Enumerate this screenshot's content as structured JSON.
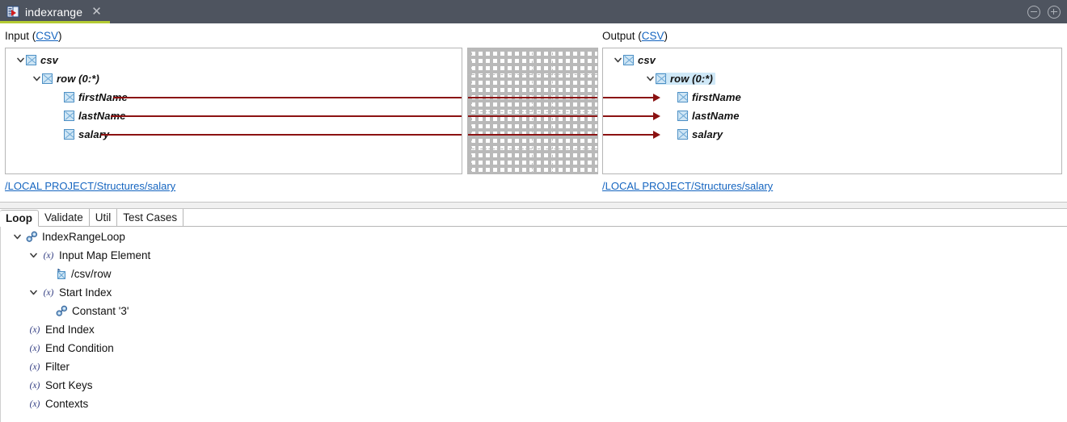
{
  "window": {
    "tab_title": "indexrange",
    "tab_icon": "mapping-file-icon",
    "close_icon": "close-icon",
    "minimize_icon": "minimize-icon",
    "maximize_icon": "maximize-icon",
    "accent_color": "#b4cb33",
    "titlebar_color": "#4e545f"
  },
  "mapping": {
    "input": {
      "label_prefix": "Input (",
      "label_link": "CSV",
      "label_suffix": ")",
      "path": "/LOCAL PROJECT/Structures/salary",
      "nodes": [
        {
          "label": "csv",
          "depth": 0,
          "expandable": true,
          "expanded": true,
          "selected": false
        },
        {
          "label": "row (0:*)",
          "depth": 1,
          "expandable": true,
          "expanded": true,
          "selected": false
        },
        {
          "label": "firstName",
          "depth": 2,
          "expandable": false,
          "expanded": false,
          "selected": false
        },
        {
          "label": "lastName",
          "depth": 2,
          "expandable": false,
          "expanded": false,
          "selected": false
        },
        {
          "label": "salary",
          "depth": 2,
          "expandable": false,
          "expanded": false,
          "selected": false
        }
      ]
    },
    "output": {
      "label_prefix": "Output (",
      "label_link": "CSV",
      "label_suffix": ")",
      "path": "/LOCAL PROJECT/Structures/salary",
      "nodes": [
        {
          "label": "csv",
          "depth": 0,
          "expandable": true,
          "expanded": true,
          "selected": false
        },
        {
          "label": "row (0:*)",
          "depth": 1,
          "expandable": true,
          "expanded": true,
          "selected": true
        },
        {
          "label": "firstName",
          "depth": 2,
          "expandable": false,
          "expanded": false,
          "selected": false
        },
        {
          "label": "lastName",
          "depth": 2,
          "expandable": false,
          "expanded": false,
          "selected": false
        },
        {
          "label": "salary",
          "depth": 2,
          "expandable": false,
          "expanded": false,
          "selected": false
        }
      ]
    },
    "connections": [
      {
        "from": "firstName",
        "to": "firstName"
      },
      {
        "from": "lastName",
        "to": "lastName"
      },
      {
        "from": "salary",
        "to": "salary"
      }
    ],
    "wire_color": "#8b1212"
  },
  "lower": {
    "tabs": [
      {
        "label": "Loop",
        "active": true
      },
      {
        "label": "Validate",
        "active": false
      },
      {
        "label": "Util",
        "active": false
      },
      {
        "label": "Test Cases",
        "active": false
      }
    ],
    "tree": [
      {
        "label": "IndexRangeLoop",
        "depth": 0,
        "icon": "chain-link-icon",
        "expandable": true,
        "expanded": true
      },
      {
        "label": "Input Map Element",
        "depth": 1,
        "icon": "variable-fx-icon",
        "expandable": true,
        "expanded": true
      },
      {
        "label": "/csv/row",
        "depth": 2,
        "icon": "map-element-icon",
        "expandable": false,
        "expanded": false
      },
      {
        "label": "Start Index",
        "depth": 1,
        "icon": "variable-fx-icon",
        "expandable": true,
        "expanded": true
      },
      {
        "label": "Constant '3'",
        "depth": 2,
        "icon": "chain-link-icon",
        "expandable": false,
        "expanded": false
      },
      {
        "label": "End Index",
        "depth": 1,
        "icon": "variable-fx-icon",
        "expandable": false,
        "expanded": false
      },
      {
        "label": "End Condition",
        "depth": 1,
        "icon": "variable-fx-icon",
        "expandable": false,
        "expanded": false
      },
      {
        "label": "Filter",
        "depth": 1,
        "icon": "variable-fx-icon",
        "expandable": false,
        "expanded": false
      },
      {
        "label": "Sort Keys",
        "depth": 1,
        "icon": "variable-fx-icon",
        "expandable": false,
        "expanded": false
      },
      {
        "label": "Contexts",
        "depth": 1,
        "icon": "variable-fx-icon",
        "expandable": false,
        "expanded": false
      }
    ]
  }
}
